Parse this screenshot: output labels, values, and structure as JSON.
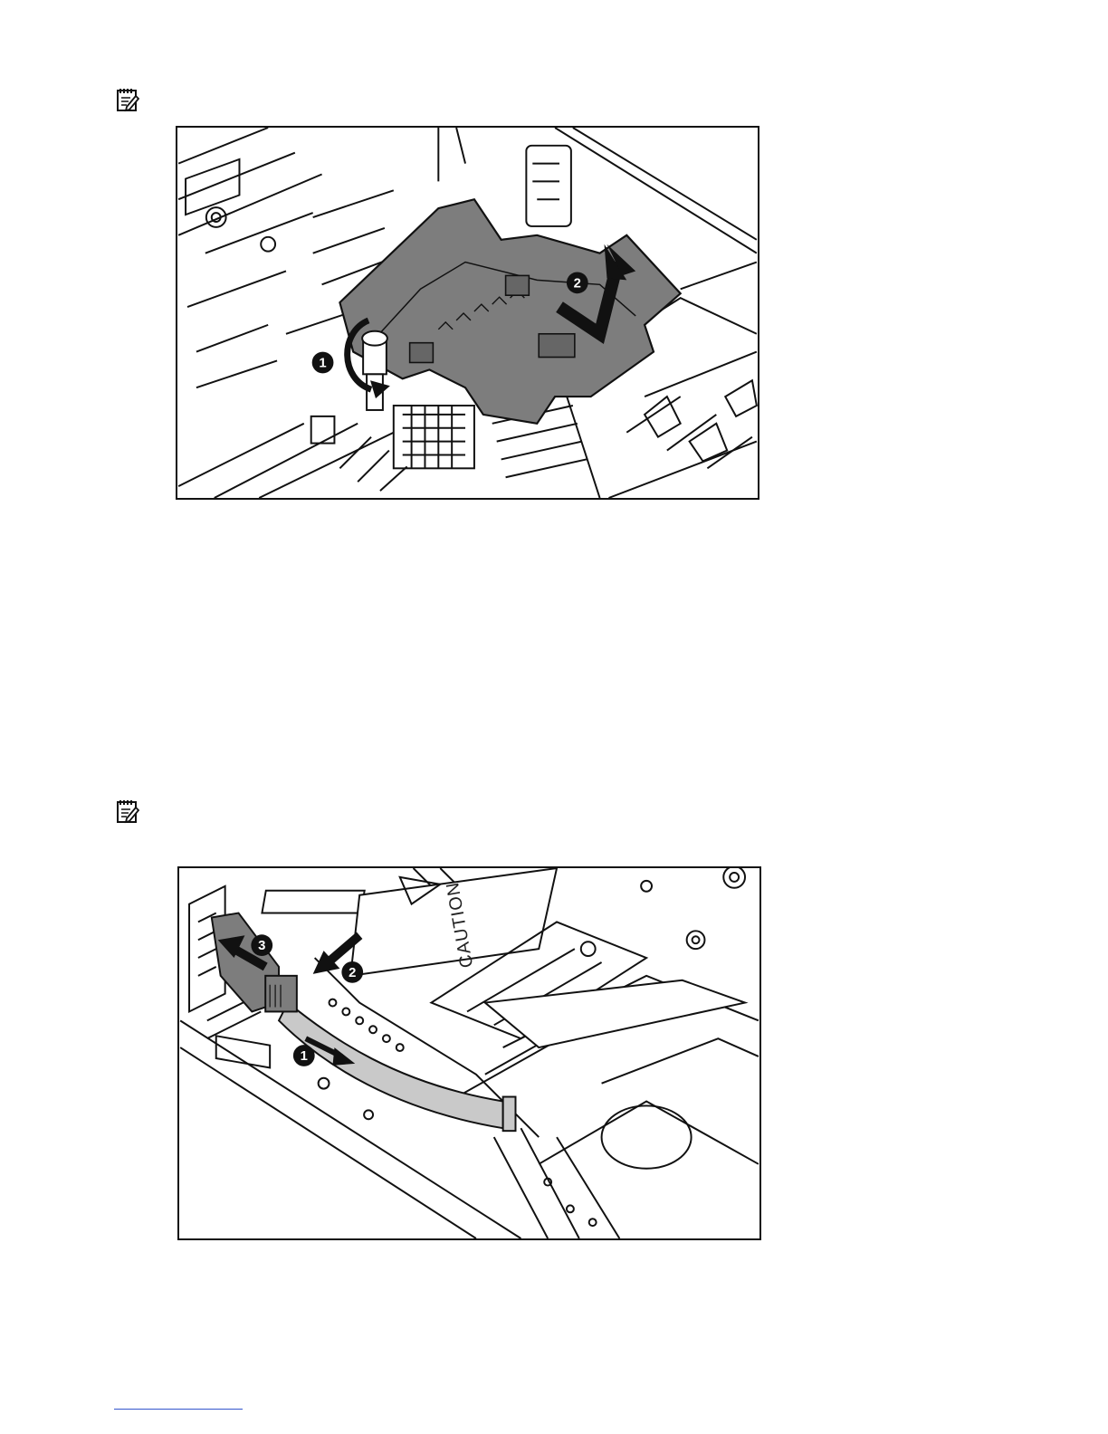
{
  "figures": [
    {
      "callouts": [
        "1",
        "2"
      ]
    },
    {
      "callouts": [
        "1",
        "2",
        "3"
      ],
      "label_text": "CAUTION"
    }
  ],
  "icons": [
    "note-icon",
    "note-icon"
  ],
  "colors": {
    "line": "#111111",
    "shroud_fill": "#7d7d7d",
    "cable_fill": "#c9c9c9",
    "callout_fill": "#111111",
    "footer_link": "#3355cc"
  }
}
